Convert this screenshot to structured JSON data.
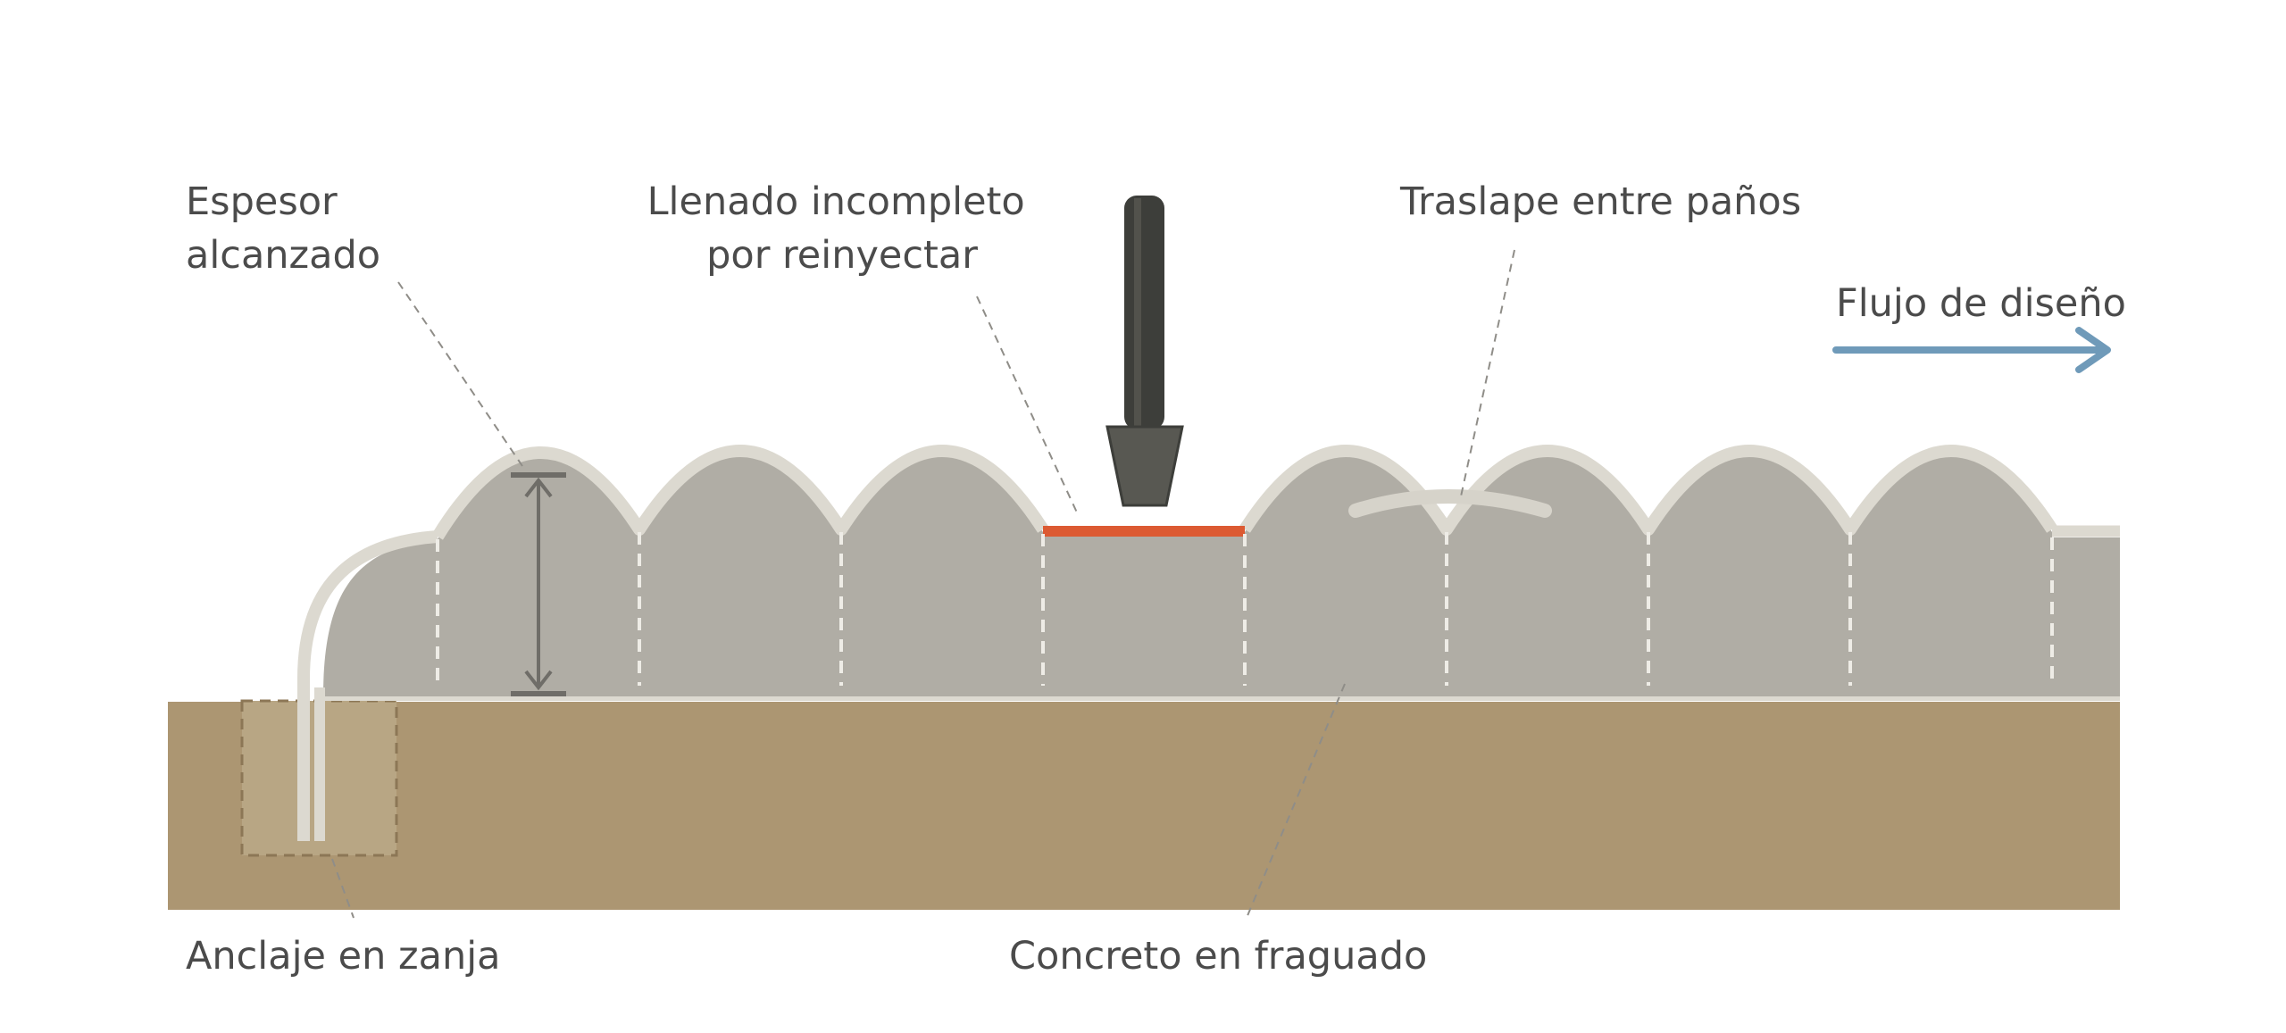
{
  "labels": {
    "thickness": [
      "Espesor",
      "alcanzado"
    ],
    "incomplete_fill": [
      "Llenado incompleto",
      "por reinyectar"
    ],
    "overlap": [
      "Traslape entre paños"
    ],
    "flow": [
      "Flujo de diseño"
    ],
    "anchor": [
      "Anclaje en zanja"
    ],
    "setting_concrete": [
      "Concreto en fraguado"
    ]
  },
  "colors": {
    "ground": "#ac9672",
    "concrete": "#b0ada5",
    "fabric": "#dcd9d0",
    "unfilled": "#dc5a32",
    "flow_arrow": "#6f9ab9",
    "nozzle": "#3d3e3a"
  }
}
